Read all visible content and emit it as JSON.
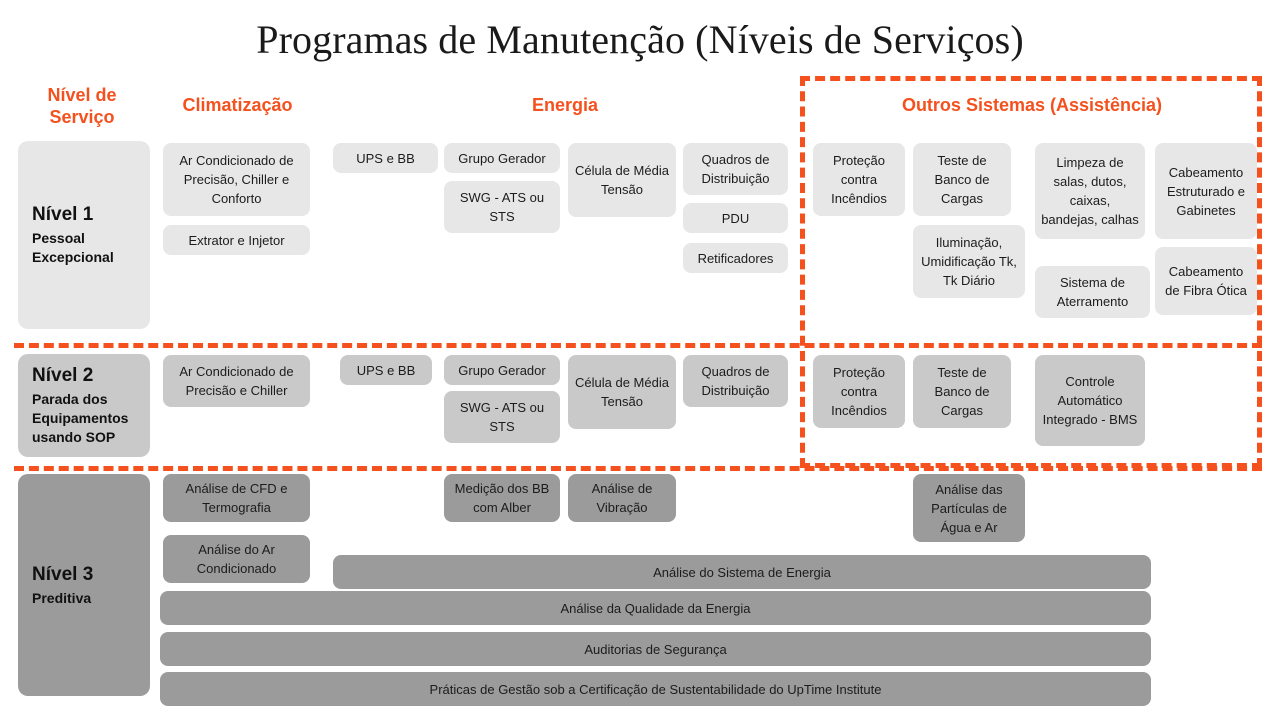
{
  "page": {
    "title": "Programas de Manutenção (Níveis de Serviços)",
    "accent_color": "#F4511E",
    "tone_level1": "#E7E7E7",
    "tone_level2": "#C9C9C9",
    "tone_level3": "#9B9B9B"
  },
  "headers": {
    "level": "Nível de Serviço",
    "level_line1": "Nível de",
    "level_line2": "Serviço",
    "climatizacao": "Climatização",
    "energia": "Energia",
    "outros": "Outros Sistemas (Assistência)"
  },
  "levels": [
    {
      "name": "Nível 1",
      "subtitle": "Pessoal Excepcional",
      "sub_line1": "Pessoal",
      "sub_line2": "Excepcional",
      "sub_line3": ""
    },
    {
      "name": "Nível 2",
      "subtitle": "Parada dos Equipamentos usando SOP",
      "sub_line1": "Parada dos",
      "sub_line2": "Equipamentos",
      "sub_line3": "usando SOP"
    },
    {
      "name": "Nível 3",
      "subtitle": "Preditiva",
      "sub_line1": "Preditiva",
      "sub_line2": "",
      "sub_line3": ""
    }
  ],
  "row1": {
    "climatizacao": [
      "Ar Condicionado de Precisão, Chiller e Conforto",
      "Extrator e Injetor"
    ],
    "energia": [
      "UPS e BB",
      "Grupo Gerador",
      "SWG - ATS ou STS",
      "Célula de Média Tensão",
      "Quadros de Distribuição",
      "PDU",
      "Retificadores"
    ],
    "outros": [
      "Proteção contra Incêndios",
      "Teste de Banco de Cargas",
      "Iluminação, Umidificação Tk, Tk Diário",
      "Limpeza de salas, dutos, caixas, bandejas, calhas",
      "Sistema de Aterramento",
      "Cabeamento Estruturado e Gabinetes",
      "Cabeamento de Fibra Ótica"
    ]
  },
  "row2": {
    "climatizacao": [
      "Ar Condicionado de Precisão e Chiller"
    ],
    "energia": [
      "UPS e BB",
      "Grupo Gerador",
      "SWG - ATS ou STS",
      "Célula de Média Tensão",
      "Quadros de Distribuição"
    ],
    "outros": [
      "Proteção contra Incêndios",
      "Teste de Banco de Cargas",
      "Controle Automático Integrado - BMS"
    ]
  },
  "row3": {
    "climatizacao": [
      "Análise de CFD e Termografia",
      "Análise do Ar Condicionado"
    ],
    "energia": [
      "Medição dos BB com Alber",
      "Análise de Vibração"
    ],
    "outros": [
      "Análise das Partículas de Água e Ar"
    ],
    "bars": [
      "Análise do Sistema de Energia",
      "Análise da Qualidade da Energia",
      "Auditorias de Segurança",
      "Práticas de Gestão sob a Certificação de Sustentabilidade do UpTime Institute"
    ]
  }
}
